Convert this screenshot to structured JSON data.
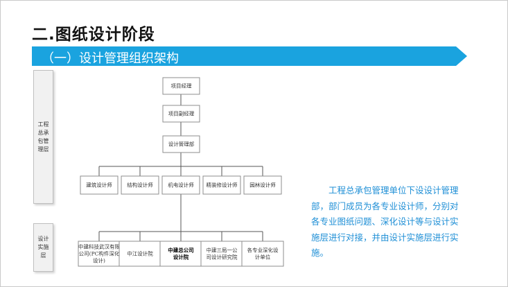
{
  "title": "二.图纸设计阶段",
  "section": "（一）设计管理组织架构",
  "layers": {
    "management": "工程总承包管理层",
    "implementation": "设计实施层"
  },
  "org": {
    "project_manager": "项目经理",
    "deputy_manager": "项目副经理",
    "design_dept": "设计管理部",
    "designers": [
      "建筑设计师",
      "结构设计师",
      "机电设计师",
      "精装修设计师",
      "园林设计师"
    ],
    "units": [
      [
        "中建科技武汉有限",
        "公司(PC构件深化",
        "设计)"
      ],
      [
        "中江设计院"
      ],
      [
        "中建总公司",
        "设计院"
      ],
      [
        "中建三局一公",
        "司设计研究院"
      ],
      [
        "各专业深化设",
        "计单位"
      ]
    ]
  },
  "description": "工程总承包管理单位下设设计管理部，部门成员为各专业设计师，分别对各专业图纸问题、深化设计等与设计实施层进行对接，并由设计实施层进行实施。",
  "colors": {
    "banner": "#1aa3df",
    "text_accent": "#1f8fd6"
  }
}
